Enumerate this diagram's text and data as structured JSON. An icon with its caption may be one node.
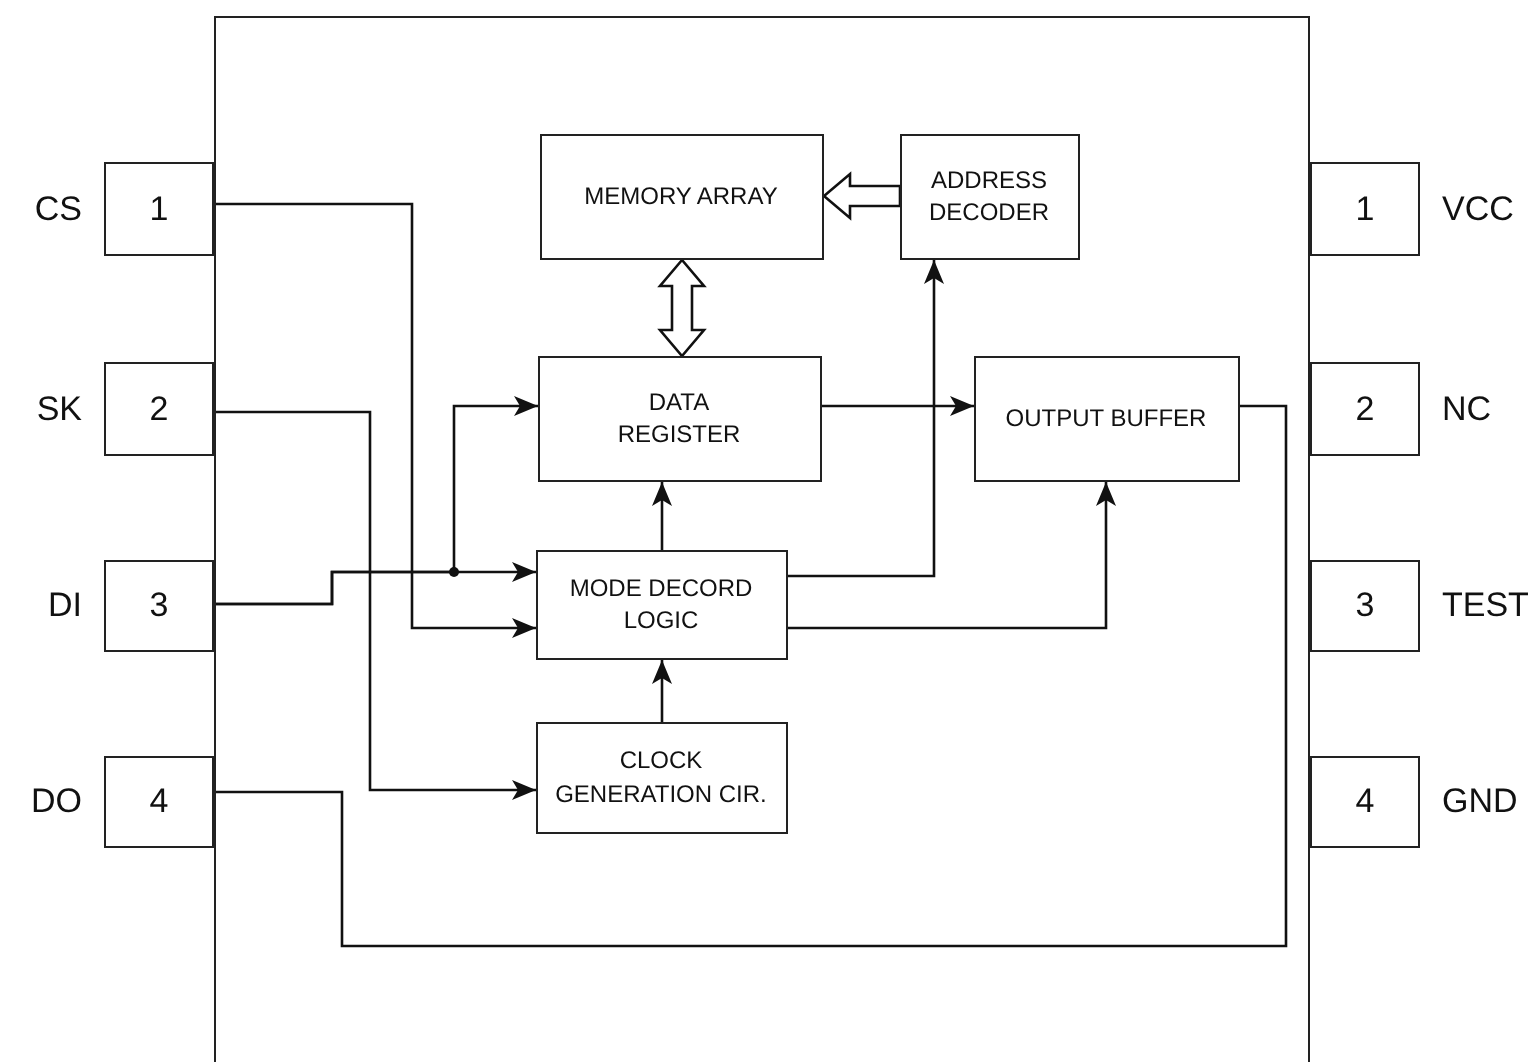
{
  "diagram": {
    "nodes": [
      {
        "text": [],
        "shape": "box"
      },
      {
        "text": [
          "1"
        ],
        "beside": [
          "CS"
        ]
      },
      {
        "text": [
          "2"
        ],
        "beside": [
          "SK"
        ]
      },
      {
        "text": [
          "3"
        ],
        "beside": [
          "DI"
        ]
      },
      {
        "text": [
          "4"
        ],
        "beside": [
          "DO"
        ]
      },
      {
        "text": [
          "1"
        ],
        "beside": [
          "VCC"
        ]
      },
      {
        "text": [
          "2"
        ],
        "beside": [
          "NC"
        ]
      },
      {
        "text": [
          "3"
        ],
        "beside": [
          "TEST"
        ]
      },
      {
        "text": [
          "4"
        ],
        "beside": [
          "GND"
        ]
      },
      {
        "text": [
          "MEMORY ARRAY"
        ],
        "in": 0
      },
      {
        "text": [
          "ADDRESS DECODER"
        ],
        "in": 0
      },
      {
        "text": [
          "DATA REGISTER"
        ],
        "in": 0
      },
      {
        "text": [
          "OUTPUT BUFFER"
        ],
        "in": 0
      },
      {
        "text": [
          "MODE DECORD LOGIC"
        ],
        "in": 0
      },
      {
        "text": [
          "CLOCK GENERATION CIR."
        ],
        "in": 0
      }
    ],
    "edges": [
      {
        "from": 1,
        "to": 13,
        "arrow": "to"
      },
      {
        "from": 2,
        "to": 14,
        "arrow": "to"
      },
      {
        "from": 3,
        "to": 13,
        "arrow": "to"
      },
      {
        "from": 3,
        "to": 11,
        "arrow": "to"
      },
      {
        "from": 11,
        "to": 12,
        "arrow": "to"
      },
      {
        "from": 13,
        "to": 11,
        "arrow": "to"
      },
      {
        "from": 13,
        "to": 10,
        "arrow": "to"
      },
      {
        "from": 13,
        "to": 12,
        "arrow": "to"
      },
      {
        "from": 14,
        "to": 13,
        "arrow": "to"
      },
      {
        "from": 12,
        "to": 4,
        "arrow": "none"
      },
      {
        "from": 10,
        "to": 9,
        "arrow": "to",
        "style": "thick"
      },
      {
        "from": 9,
        "to": 11,
        "arrow": "both",
        "style": "thick"
      }
    ]
  }
}
